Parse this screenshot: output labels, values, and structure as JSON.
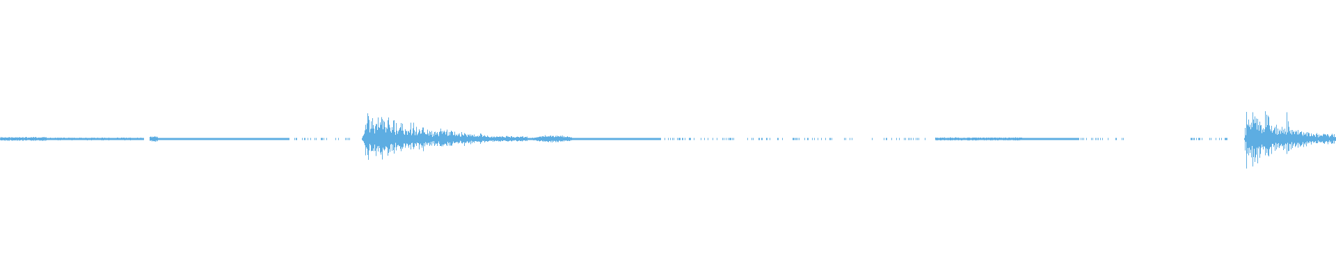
{
  "waveform": {
    "color": "#5dade2",
    "background": "#ffffff",
    "bursts": [
      {
        "start": 0.0,
        "end": 0.035,
        "level": 0.018,
        "shape": "flat"
      },
      {
        "start": 0.035,
        "end": 0.108,
        "level": 0.009,
        "shape": "flat"
      },
      {
        "start": 0.112,
        "end": 0.118,
        "level": 0.035,
        "shape": "flat"
      },
      {
        "start": 0.118,
        "end": 0.215,
        "level": 0.006,
        "shape": "flat"
      },
      {
        "start": 0.215,
        "end": 0.27,
        "level": 0.004,
        "shape": "sparse"
      },
      {
        "start": 0.271,
        "end": 0.365,
        "level": 0.42,
        "shape": "attack"
      },
      {
        "start": 0.365,
        "end": 0.395,
        "level": 0.03,
        "shape": "flat"
      },
      {
        "start": 0.395,
        "end": 0.432,
        "level": 0.045,
        "shape": "bump"
      },
      {
        "start": 0.432,
        "end": 0.495,
        "level": 0.006,
        "shape": "flat"
      },
      {
        "start": 0.495,
        "end": 0.64,
        "level": 0.004,
        "shape": "sparse"
      },
      {
        "start": 0.652,
        "end": 0.695,
        "level": 0.003,
        "shape": "sparse"
      },
      {
        "start": 0.7,
        "end": 0.765,
        "level": 0.012,
        "shape": "flat"
      },
      {
        "start": 0.765,
        "end": 0.808,
        "level": 0.005,
        "shape": "flat"
      },
      {
        "start": 0.808,
        "end": 0.85,
        "level": 0.003,
        "shape": "sparse"
      },
      {
        "start": 0.89,
        "end": 0.92,
        "level": 0.003,
        "shape": "sparse"
      },
      {
        "start": 0.931,
        "end": 1.0,
        "level": 0.46,
        "shape": "attack"
      }
    ]
  }
}
